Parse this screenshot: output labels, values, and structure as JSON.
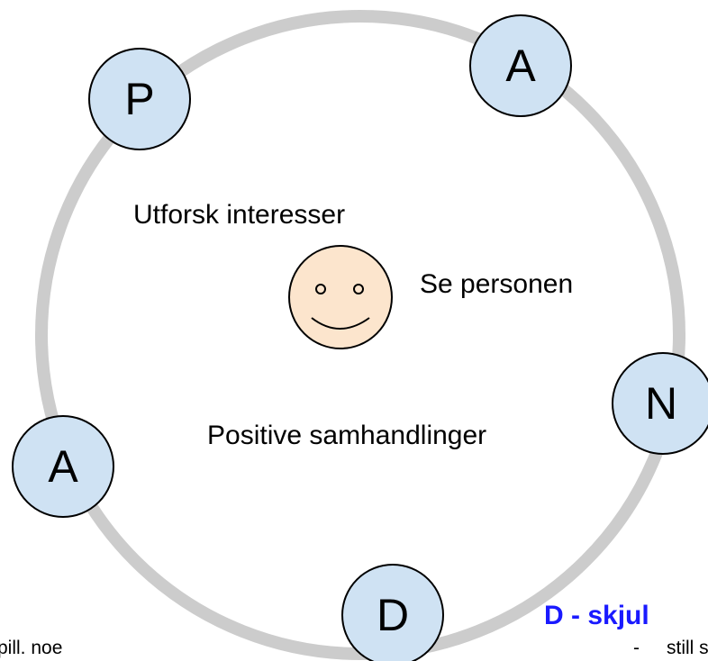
{
  "colors": {
    "ring": "#cccccc",
    "node_fill": "#cfe2f3",
    "node_stroke": "#000000",
    "face_fill": "#fce5cd",
    "heading": "#1a1aff"
  },
  "nodes": [
    {
      "id": "p",
      "label": "P"
    },
    {
      "id": "a-top",
      "label": "A"
    },
    {
      "id": "n",
      "label": "N"
    },
    {
      "id": "d",
      "label": "D"
    },
    {
      "id": "a-left",
      "label": "A"
    }
  ],
  "center": {
    "explore_interests": "Utforsk interesser",
    "see_person": "Se personen",
    "positive_interactions": "Positive samhandlinger",
    "face_icon": "smiley-face-icon"
  },
  "fragments": {
    "heading": "D - skjul",
    "bullet_dash": "-",
    "bullet_text": "still sp",
    "left_text": "pill. noe"
  }
}
